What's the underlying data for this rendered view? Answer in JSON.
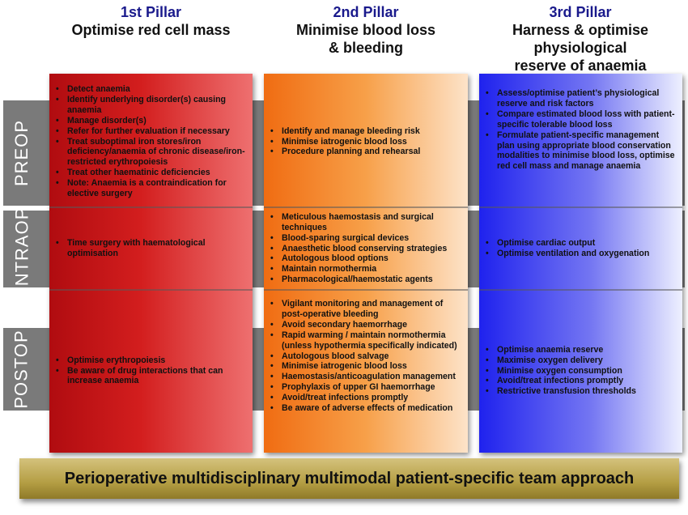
{
  "pillars": [
    {
      "number": "1st Pillar",
      "title_lines": [
        "Optimise red cell mass"
      ]
    },
    {
      "number": "2nd Pillar",
      "title_lines": [
        "Minimise blood loss",
        "& bleeding"
      ]
    },
    {
      "number": "3rd Pillar",
      "title_lines": [
        "Harness & optimise",
        "physiological",
        "reserve of anaemia"
      ]
    }
  ],
  "phases": [
    "PREOP",
    "INTRAOP",
    "POSTOP"
  ],
  "cells": {
    "red": {
      "preop": [
        "Detect anaemia",
        "Identify underlying disorder(s) causing anaemia",
        "Manage disorder(s)",
        "Refer for further evaluation if necessary",
        "Treat suboptimal iron stores/iron deficiency/anaemia of chronic disease/iron-restricted erythropoiesis",
        "Treat other haematinic deficiencies",
        "Note: Anaemia is a contraindication for elective surgery"
      ],
      "intraop": [
        "Time surgery with haematological optimisation"
      ],
      "postop": [
        "Optimise erythropoiesis",
        "Be aware of drug interactions that can increase anaemia"
      ]
    },
    "orange": {
      "preop": [
        "Identify and manage bleeding risk",
        "Minimise iatrogenic blood loss",
        "Procedure planning and rehearsal"
      ],
      "intraop": [
        "Meticulous haemostasis and surgical techniques",
        "Blood-sparing surgical devices",
        "Anaesthetic blood conserving strategies",
        "Autologous blood options",
        "Maintain normothermia",
        "Pharmacological/haemostatic agents"
      ],
      "postop": [
        "Vigilant monitoring and management of post-operative bleeding",
        "Avoid secondary haemorrhage",
        "Rapid warming / maintain normothermia (unless hypothermia specifically indicated)",
        "Autologous blood salvage",
        "Minimise iatrogenic blood loss",
        "Haemostasis/anticoagulation management",
        "Prophylaxis of upper GI haemorrhage",
        "Avoid/treat infections promptly",
        "Be aware of adverse effects of medication"
      ]
    },
    "blue": {
      "preop": [
        "Assess/optimise patient’s physiological reserve and risk factors",
        "Compare estimated blood loss with patient-specific tolerable blood loss",
        "Formulate patient-specific management plan using appropriate blood conservation modalities to minimise blood loss, optimise red cell mass and manage anaemia"
      ],
      "intraop": [
        "Optimise cardiac output",
        "Optimise ventilation and oxygenation"
      ],
      "postop": [
        "Optimise anaemia reserve",
        "Maximise oxygen delivery",
        "Minimise oxygen consumption",
        "Avoid/treat infections promptly",
        "Restrictive transfusion thresholds"
      ]
    }
  },
  "footer": "Perioperative multidisciplinary multimodal patient-specific team approach"
}
